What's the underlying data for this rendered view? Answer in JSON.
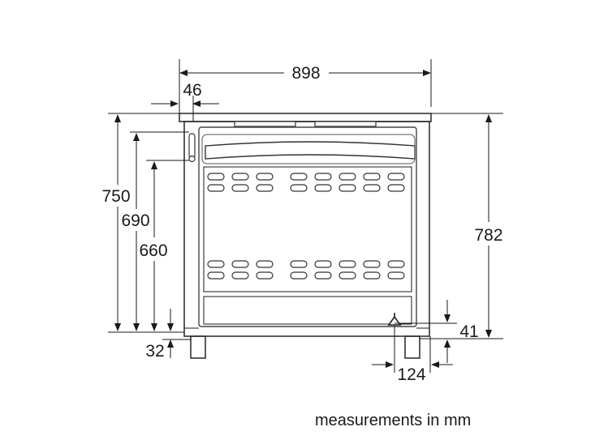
{
  "dimensions": {
    "width_total": "898",
    "top_inset": "46",
    "height_750": "750",
    "height_690": "690",
    "height_660": "660",
    "height_782": "782",
    "foot_height": "32",
    "foot_offset_41": "41",
    "foot_spacing": "124"
  },
  "caption": "measurements in mm",
  "colors": {
    "line": "#1a1a1a",
    "background": "#ffffff"
  }
}
